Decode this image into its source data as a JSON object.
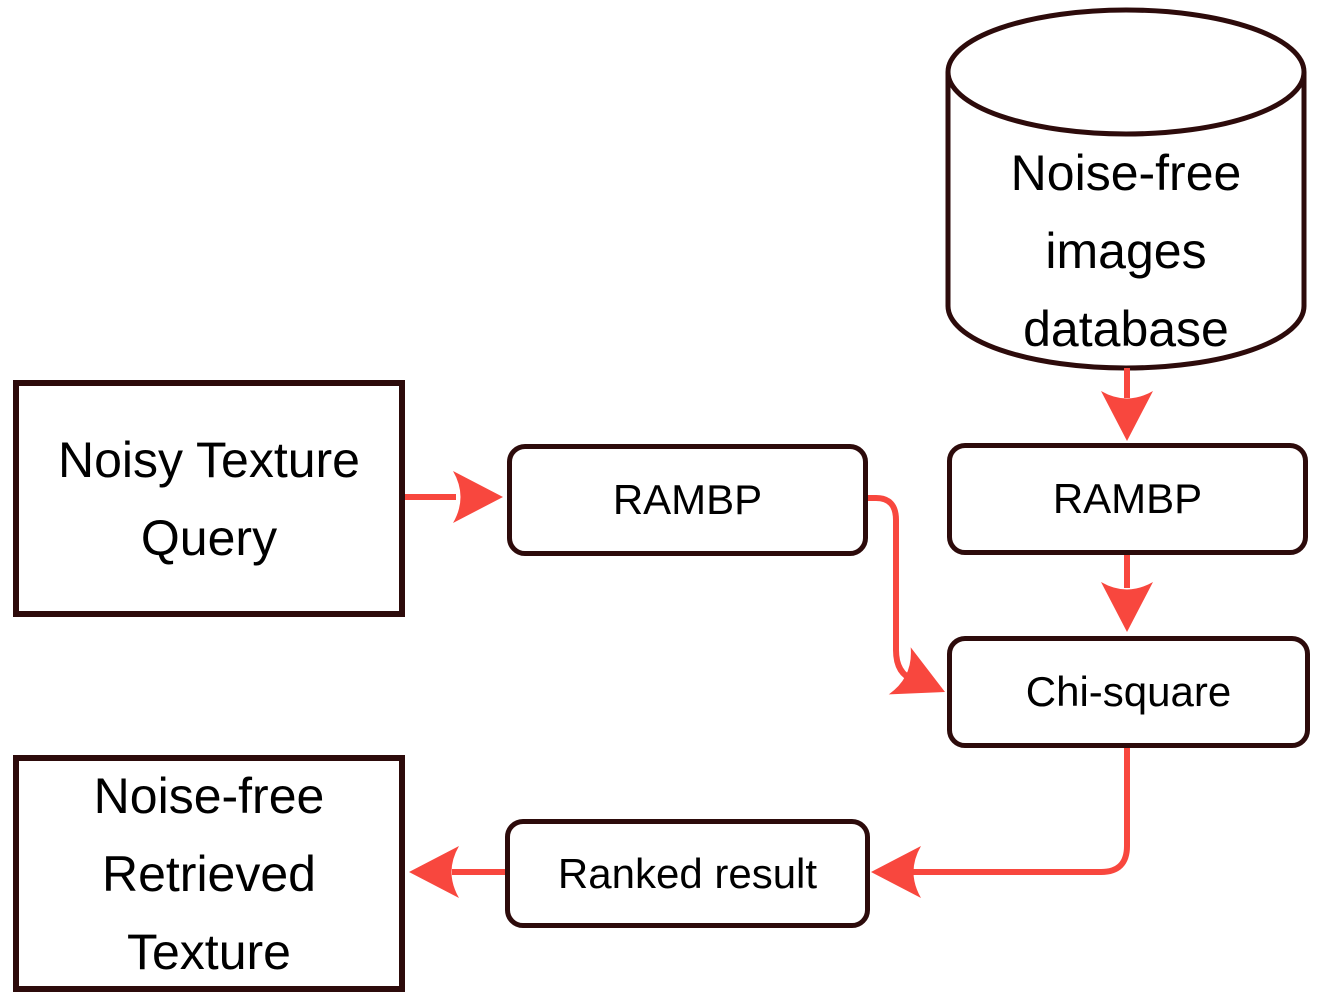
{
  "colors": {
    "outline": "#2d0b0b",
    "arrow": "#f8473e",
    "background": "#ffffff",
    "text": "#000000"
  },
  "nodes": {
    "database": {
      "shape": "cylinder",
      "lines": [
        "Noise-free",
        "images",
        "database"
      ]
    },
    "noisy_query": {
      "shape": "rectangle",
      "lines": [
        "Noisy Texture",
        "Query"
      ]
    },
    "rambp_query": {
      "shape": "rounded-rectangle",
      "label": "RAMBP"
    },
    "rambp_db": {
      "shape": "rounded-rectangle",
      "label": "RAMBP"
    },
    "chi_square": {
      "shape": "rounded-rectangle",
      "label": "Chi-square"
    },
    "ranked_result": {
      "shape": "rounded-rectangle",
      "label": "Ranked result"
    },
    "retrieved": {
      "shape": "rectangle",
      "lines": [
        "Noise-free",
        "Retrieved",
        "Texture"
      ]
    }
  },
  "edges": [
    {
      "from": "database",
      "to": "rambp_db"
    },
    {
      "from": "noisy_query",
      "to": "rambp_query"
    },
    {
      "from": "rambp_query",
      "to": "chi_square"
    },
    {
      "from": "rambp_db",
      "to": "chi_square"
    },
    {
      "from": "chi_square",
      "to": "ranked_result"
    },
    {
      "from": "ranked_result",
      "to": "retrieved"
    }
  ]
}
